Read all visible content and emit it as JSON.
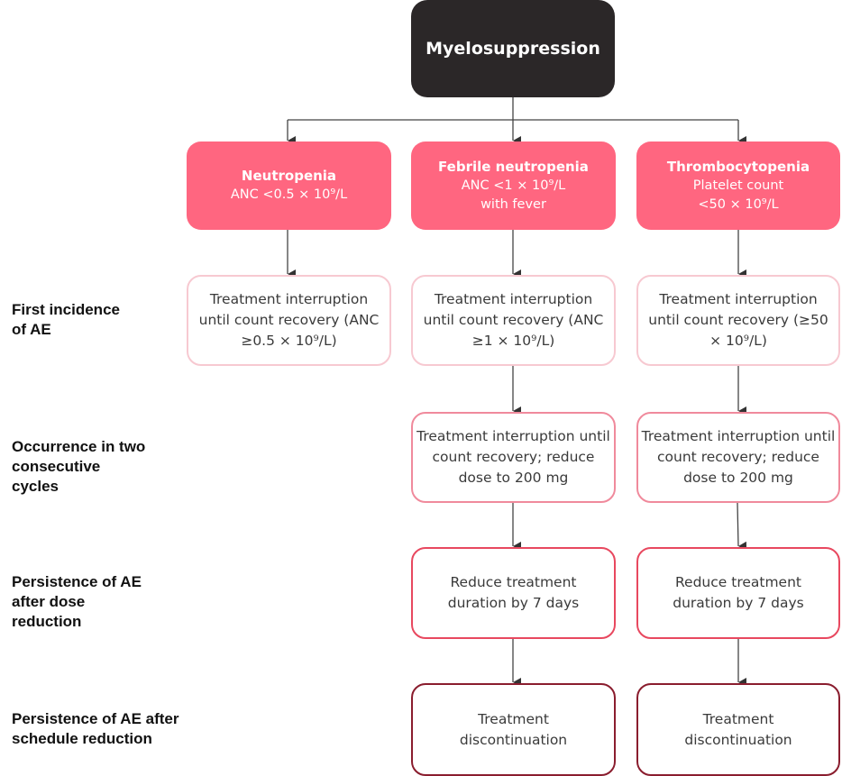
{
  "root": {
    "label": "Myelosuppression"
  },
  "categories": [
    {
      "title": "Neutropenia",
      "criterion": "ANC <0.5 × 10⁹/L"
    },
    {
      "title": "Febrile neutropenia",
      "criterion": "ANC <1 × 10⁹/L with fever"
    },
    {
      "title": "Thrombocytopenia",
      "criterion": "Platelet count <50 × 10⁹/L"
    }
  ],
  "row_labels": [
    "First incidence\nof AE",
    "Occurrence in two\nconsecutive\ncycles",
    "Persistence of AE\nafter dose\nreduction",
    "Persistence of AE after\nschedule reduction"
  ],
  "steps": {
    "first_incidence": [
      "Treatment interruption until count recovery (ANC ≥0.5 × 10⁹/L)",
      "Treatment interruption until count recovery (ANC ≥1 × 10⁹/L)",
      "Treatment interruption until count recovery (≥50 × 10⁹/L)"
    ],
    "two_consecutive_cycles": [
      null,
      "Treatment interruption until count recovery; reduce dose to 200 mg",
      "Treatment interruption until count recovery; reduce dose to 200 mg"
    ],
    "after_dose_reduction": [
      null,
      "Reduce treatment duration by 7 days",
      "Reduce treatment duration by 7 days"
    ],
    "after_schedule_reduction": [
      null,
      "Treatment discontinuation",
      "Treatment discontinuation"
    ]
  },
  "colors": {
    "root_fill": "#2b2728",
    "category_fill": "#ff6680",
    "step1_border": "#f7c9d1",
    "step2_border": "#f08a9c",
    "step3_border": "#e8485f",
    "step4_border": "#8a1d2e",
    "connector": "#333333"
  }
}
